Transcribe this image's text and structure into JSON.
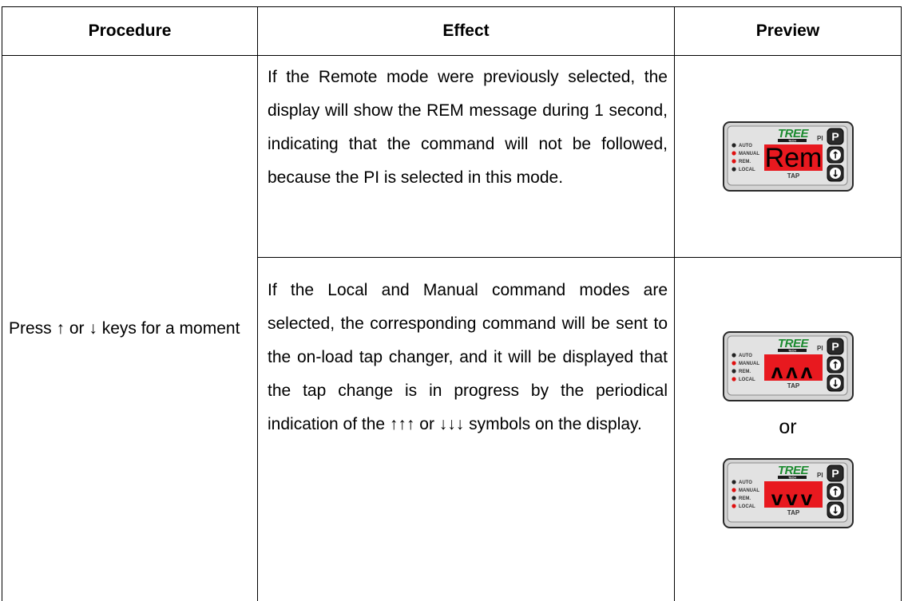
{
  "table": {
    "headers": [
      "Procedure",
      "Effect",
      "Preview"
    ],
    "procedure": "Press ↑ or ↓ keys for a moment",
    "effect_remote": "If the Remote mode were previously selected, the display will show the REM message during 1 second, indicating that the command will not be followed, because the PI is selected in this mode.",
    "effect_local": "If the Local and Manual command modes are selected, the corresponding command will be sent to the on-load tap changer, and it will be displayed that the tap change is in progress by the periodical indication of the ↑↑↑ or ↓↓↓ symbols on the display.",
    "or_label": "or"
  },
  "device": {
    "brand_top": "TREE",
    "brand_bottom": "TECH",
    "model": "PI",
    "footer": "TAP",
    "leds": [
      "AUTO",
      "MANUAL",
      "REM.",
      "LOCAL"
    ],
    "key_p": "P",
    "key_up": "↑",
    "key_down": "↓"
  },
  "previews": [
    {
      "display": "Rem",
      "leds_on": [
        "MANUAL",
        "REM."
      ]
    },
    {
      "display": "ʌʌʌ",
      "leds_on": [
        "MANUAL",
        "LOCAL"
      ]
    },
    {
      "display": "vvv",
      "leds_on": [
        "MANUAL",
        "LOCAL"
      ]
    }
  ],
  "colors": {
    "display_bg": "#e8191f",
    "led_on": "#e01010",
    "led_off": "#222222",
    "brand": "#1a8a2e"
  }
}
